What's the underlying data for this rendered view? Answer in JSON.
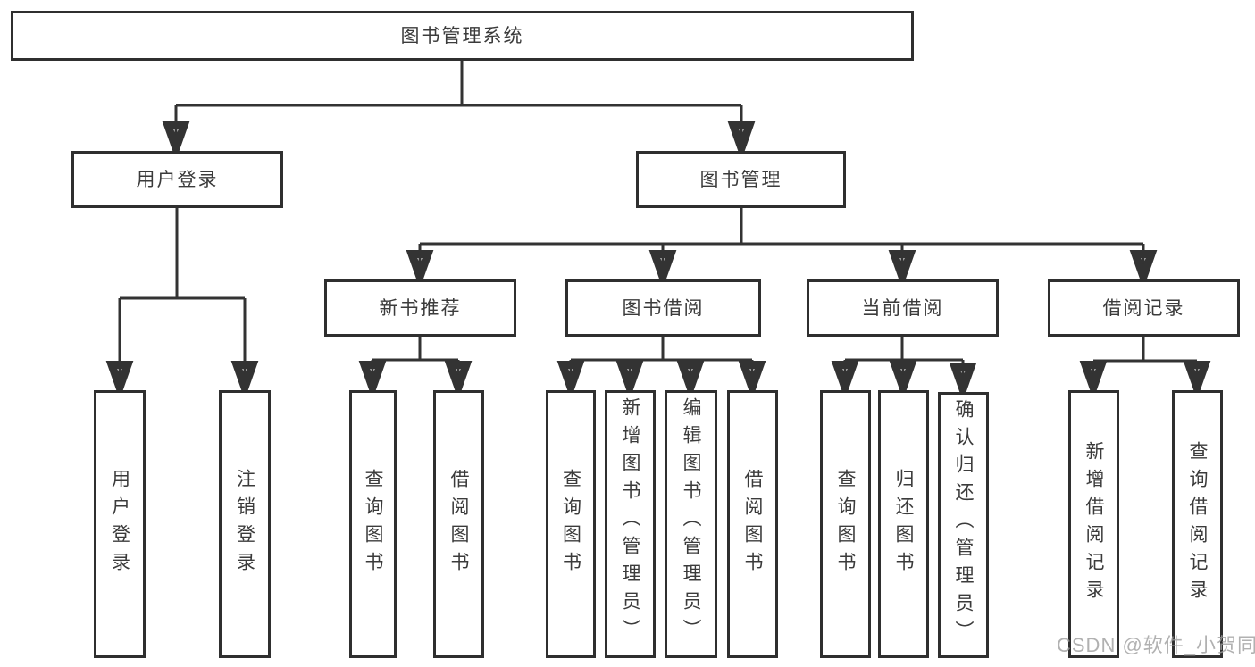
{
  "diagram": {
    "title": "图书管理系统",
    "branches": [
      {
        "label": "用户登录",
        "children": [
          {
            "label": "用户登录"
          },
          {
            "label": "注销登录"
          }
        ]
      },
      {
        "label": "图书管理",
        "children": [
          {
            "label": "新书推荐",
            "children": [
              {
                "label": "查询图书"
              },
              {
                "label": "借阅图书"
              }
            ]
          },
          {
            "label": "图书借阅",
            "children": [
              {
                "label": "查询图书"
              },
              {
                "label": "新增图书（管理员）"
              },
              {
                "label": "编辑图书（管理员）"
              },
              {
                "label": "借阅图书"
              }
            ]
          },
          {
            "label": "当前借阅",
            "children": [
              {
                "label": "查询图书"
              },
              {
                "label": "归还图书"
              },
              {
                "label": "确认归还（管理员）"
              }
            ]
          },
          {
            "label": "借阅记录",
            "children": [
              {
                "label": "新增借阅记录"
              },
              {
                "label": "查询借阅记录"
              }
            ]
          }
        ]
      }
    ],
    "line_color": "#333333",
    "border_color": "#2f2f2f",
    "text_color": "#3b3b3b"
  },
  "watermark": "CSDN @软件_小贺同学"
}
